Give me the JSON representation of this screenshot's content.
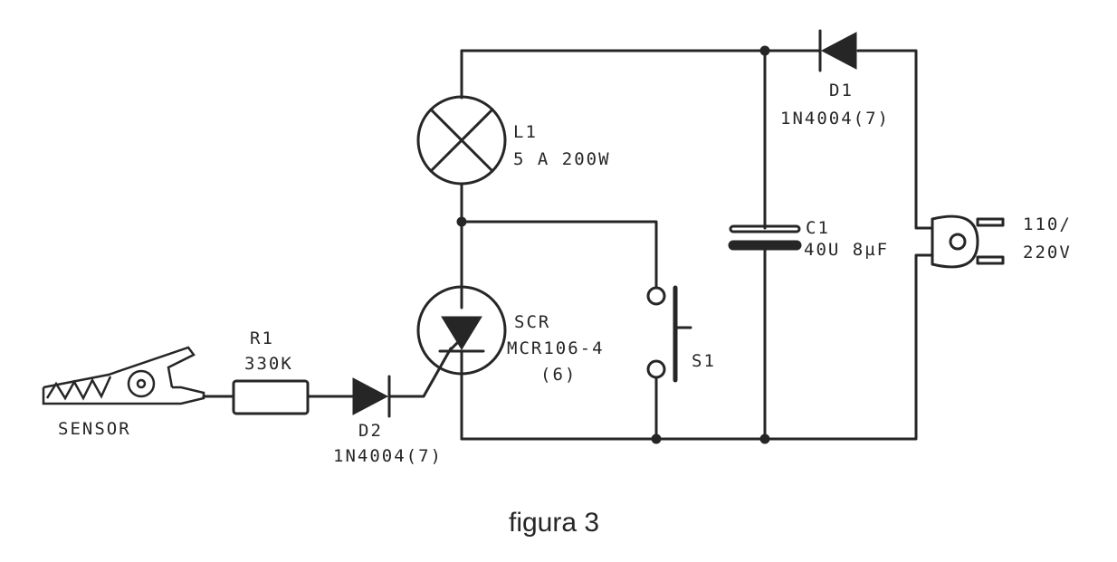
{
  "figure_caption": "figura 3",
  "components": {
    "lamp": {
      "ref": "L1",
      "value": "5 A 200W"
    },
    "diode1": {
      "ref": "D1",
      "part": "1N4004(7)"
    },
    "capacitor": {
      "ref": "C1",
      "value": "40U 8µF"
    },
    "plug": {
      "voltage_line1": "110/",
      "voltage_line2": "220V"
    },
    "scr": {
      "ref": "SCR",
      "part": "MCR106-4",
      "note": "(6)"
    },
    "switch": {
      "ref": "S1"
    },
    "resistor": {
      "ref": "R1",
      "value": "330K"
    },
    "diode2": {
      "ref": "D2",
      "part": "1N4004(7)"
    },
    "sensor": {
      "label": "SENSOR"
    }
  }
}
